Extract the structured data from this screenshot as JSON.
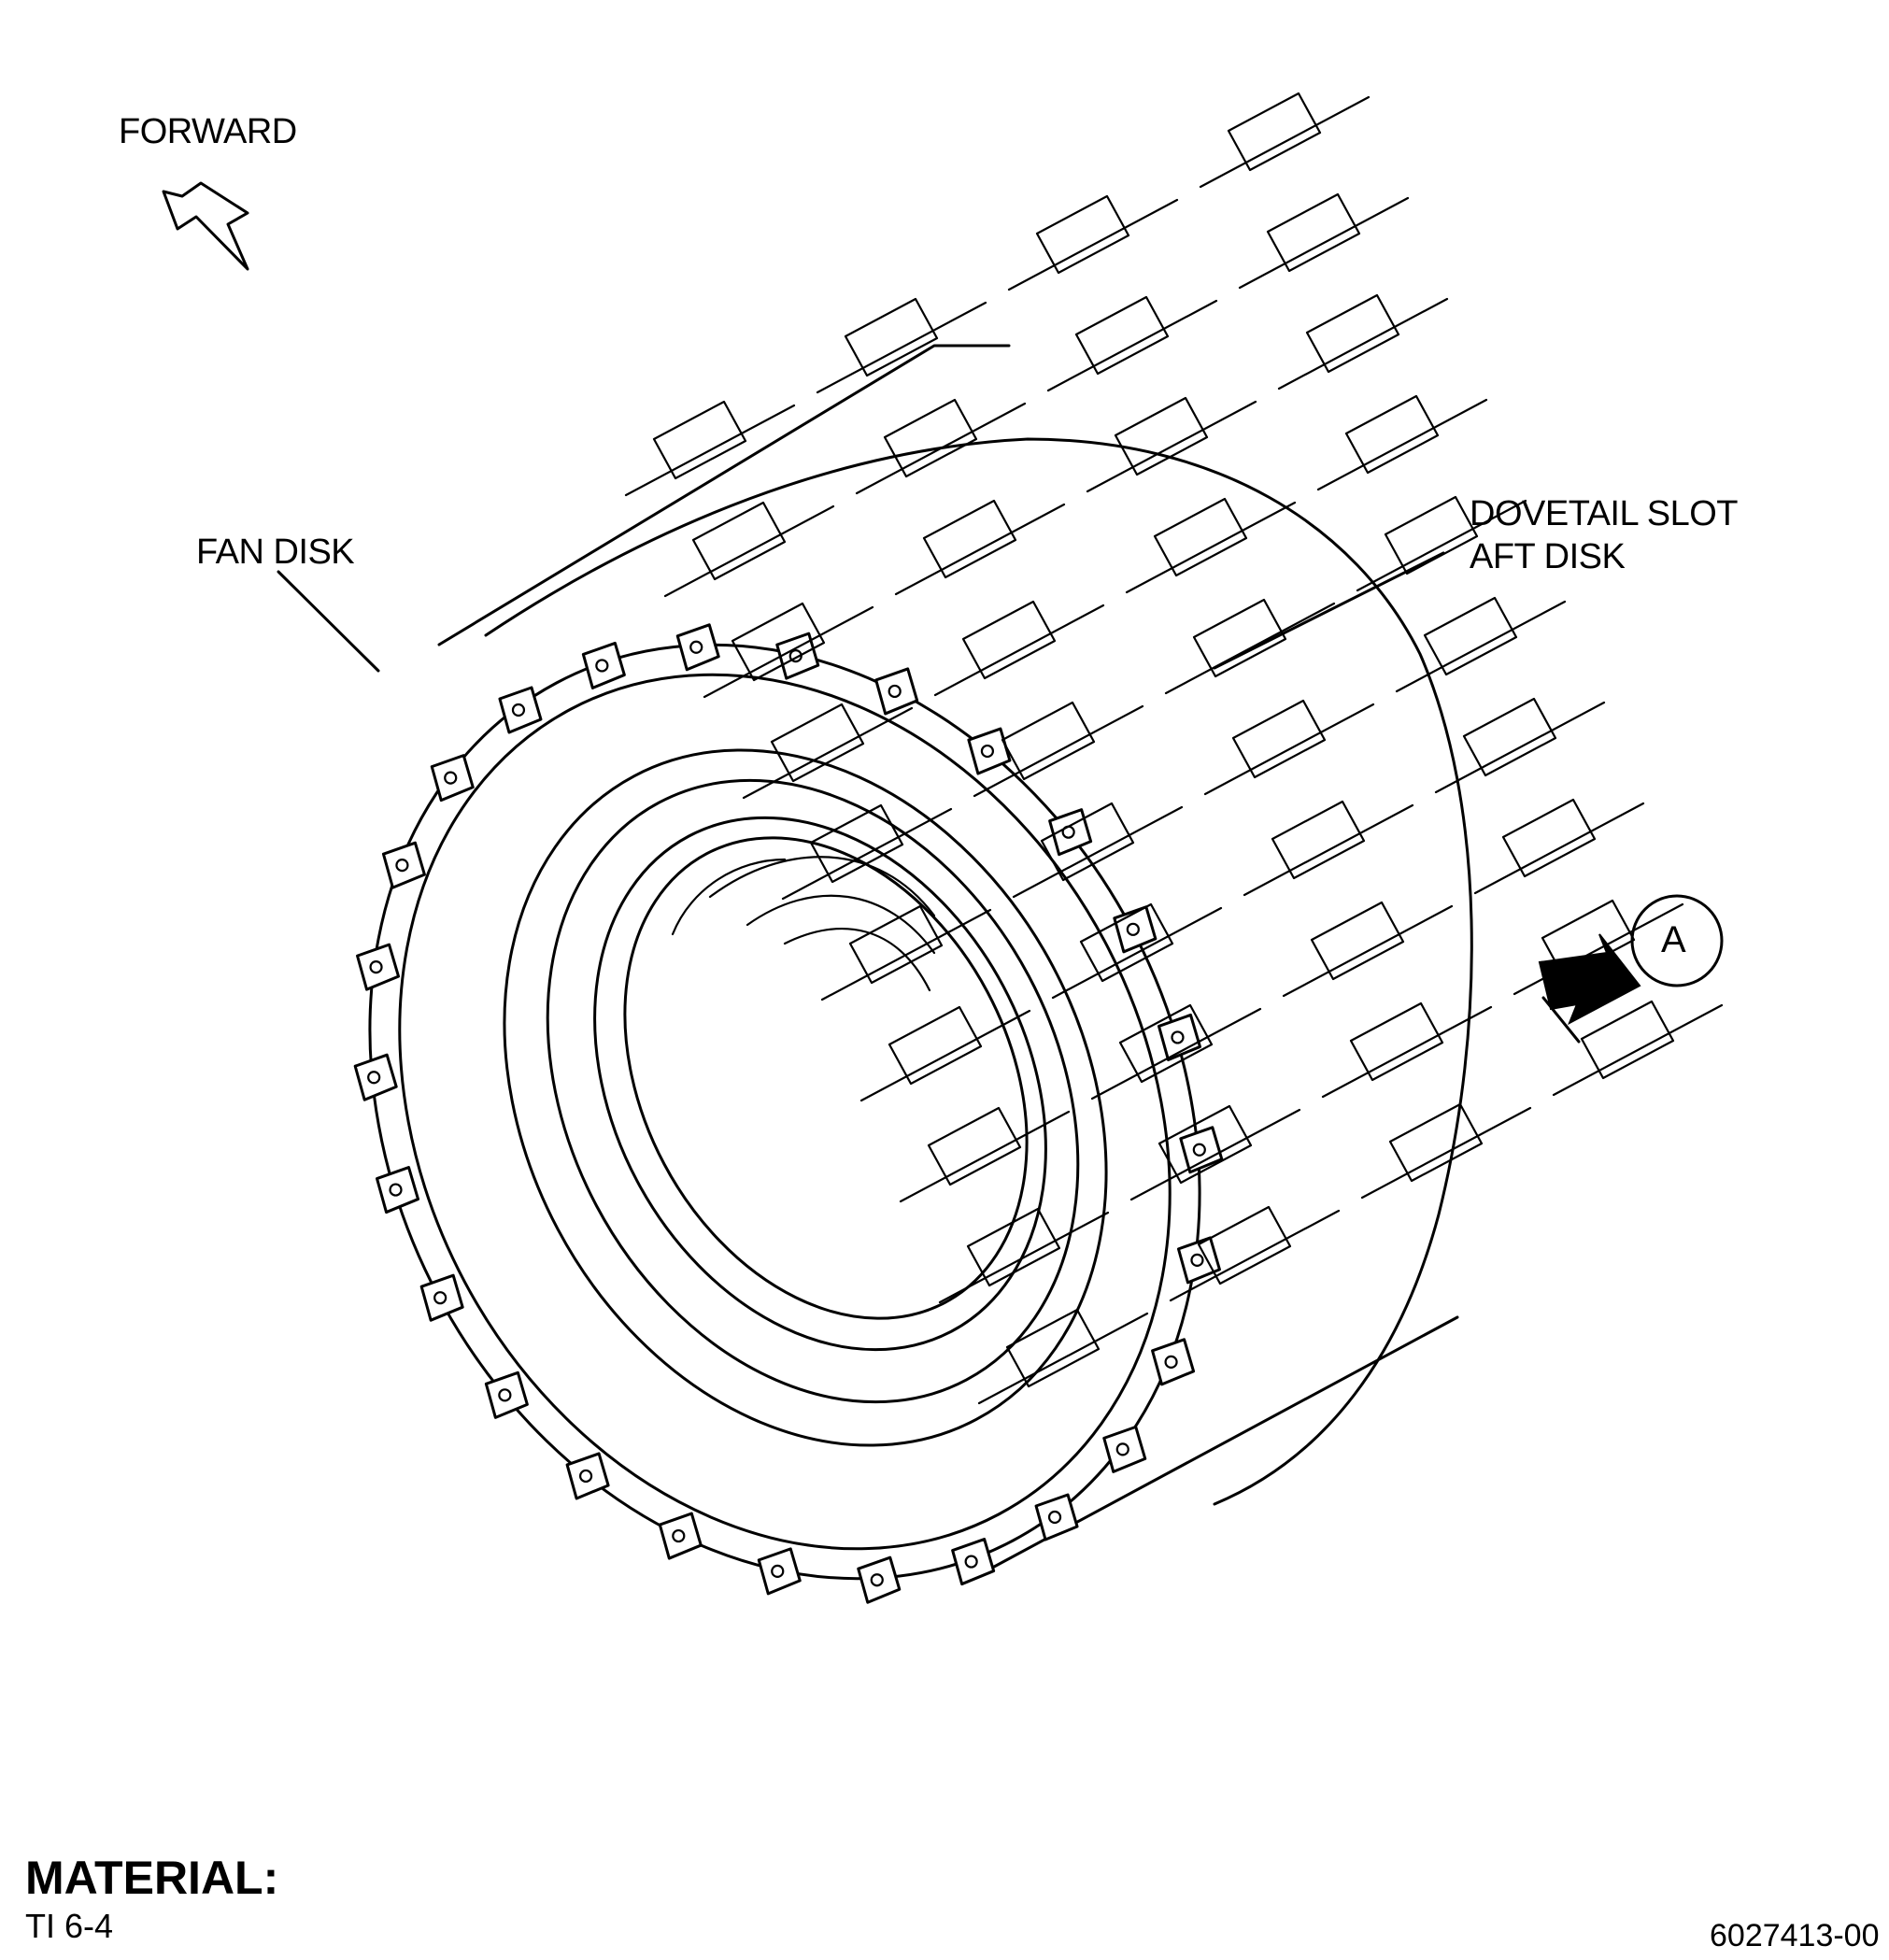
{
  "labels": {
    "forward": "FORWARD",
    "fan_disk": "FAN DISK",
    "dovetail_slot": "DOVETAIL SLOT",
    "aft_disk": "AFT DISK",
    "view_letter": "A"
  },
  "material": {
    "heading": "MATERIAL:",
    "value": "TI 6-4"
  },
  "document_number": "6027413-00"
}
